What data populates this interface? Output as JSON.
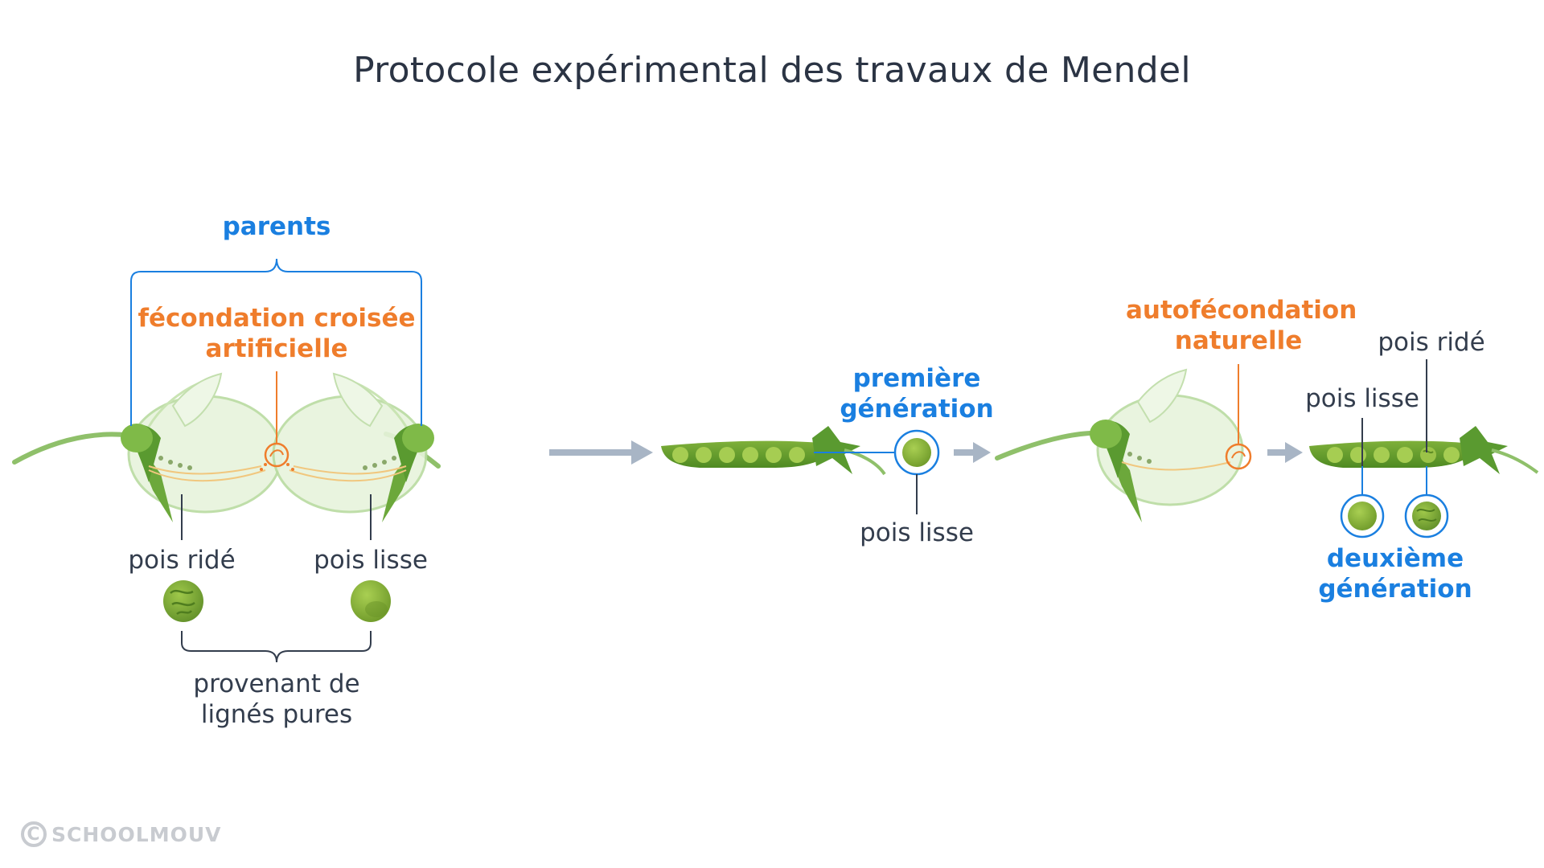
{
  "title": "Protocole expérimental des travaux de Mendel",
  "labels": {
    "parents": "parents",
    "cross_fertilization_line1": "fécondation croisée",
    "cross_fertilization_line2": "artificielle",
    "wrinkled_pea_left": "pois ridé",
    "smooth_pea_left": "pois lisse",
    "pure_lines_line1": "provenant de",
    "pure_lines_line2": "lignés pures",
    "first_generation_line1": "première",
    "first_generation_line2": "génération",
    "smooth_pea_f1": "pois lisse",
    "self_fertilization_line1": "autofécondation",
    "self_fertilization_line2": "naturelle",
    "smooth_pea_f2": "pois lisse",
    "wrinkled_pea_f2": "pois ridé",
    "second_generation_line1": "deuxième",
    "second_generation_line2": "génération"
  },
  "watermark": {
    "symbol": "C",
    "brand": "SCHOOLMOUV"
  },
  "colors": {
    "accent_blue": "#1a7fe0",
    "accent_orange": "#ef7d2c",
    "text_dark": "#333d4d",
    "pea_green": "#8db83c",
    "arrow_gray": "#a8b5c5"
  }
}
